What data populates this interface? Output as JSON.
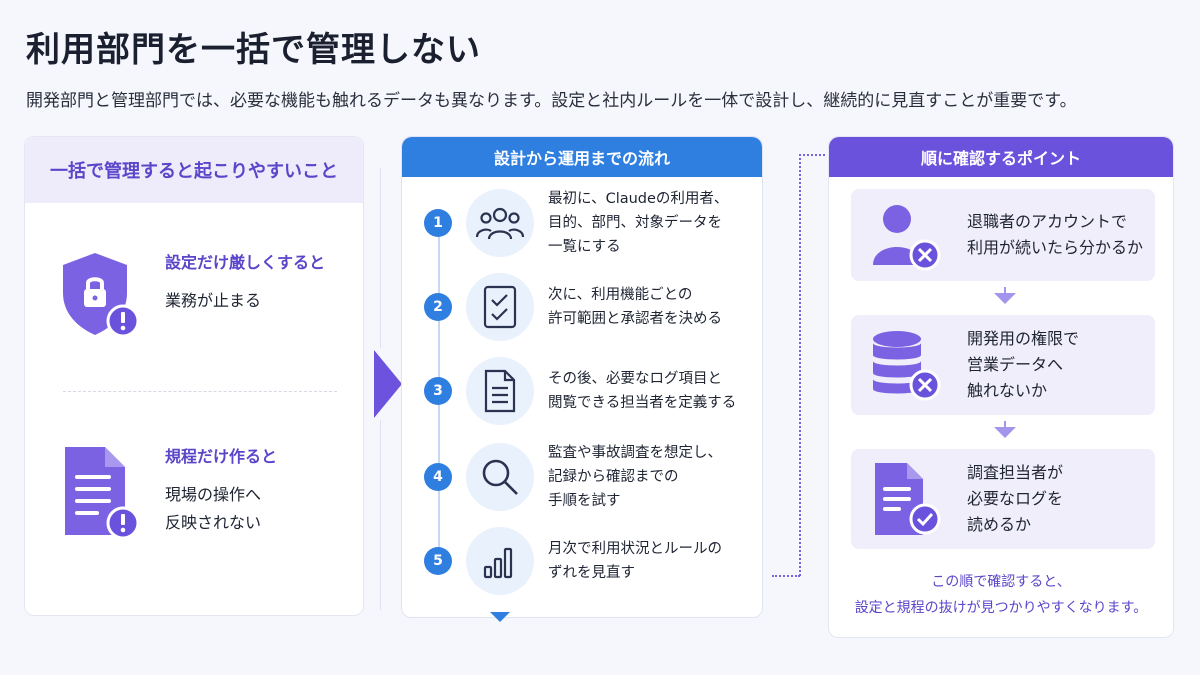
{
  "title": "利用部門を一括で管理しない",
  "subtitle": "開発部門と管理部門では、必要な機能も触れるデータも異なります。設定と社内ルールを一体で設計し、継続的に見直すことが重要です。",
  "left": {
    "header": "一括で管理すると起こりやすいこと",
    "cases": [
      {
        "icon": "shield-lock-warning-icon",
        "label": "設定だけ厳しくすると",
        "desc": "業務が止まる"
      },
      {
        "icon": "document-warning-icon",
        "label": "規程だけ作ると",
        "desc_lines": [
          "現場の操作へ",
          "反映されない"
        ]
      }
    ]
  },
  "middle": {
    "header": "設計から運用までの流れ",
    "steps": [
      {
        "num": "1",
        "icon": "users-icon",
        "lines": [
          "最初に、Claudeの利用者、",
          "目的、部門、対象データを",
          "一覧にする"
        ]
      },
      {
        "num": "2",
        "icon": "checklist-icon",
        "lines": [
          "次に、利用機能ごとの",
          "許可範囲と承認者を決める"
        ]
      },
      {
        "num": "3",
        "icon": "document-icon",
        "lines": [
          "その後、必要なログ項目と",
          "閲覧できる担当者を定義する"
        ]
      },
      {
        "num": "4",
        "icon": "search-icon",
        "lines": [
          "監査や事故調査を想定し、",
          "記録から確認までの",
          "手順を試す"
        ]
      },
      {
        "num": "5",
        "icon": "bar-chart-icon",
        "lines": [
          "月次で利用状況とルールの",
          "ずれを見直す"
        ]
      }
    ]
  },
  "right": {
    "header": "順に確認するポイント",
    "checks": [
      {
        "icon": "user-x-icon",
        "lines": [
          "退職者のアカウントで",
          "利用が続いたら分かるか"
        ]
      },
      {
        "icon": "database-x-icon",
        "lines": [
          "開発用の権限で",
          "営業データへ",
          "触れないか"
        ]
      },
      {
        "icon": "document-check-icon",
        "lines": [
          "調査担当者が",
          "必要なログを",
          "読めるか"
        ]
      }
    ],
    "note_lines": [
      "この順で確認すると、",
      "設定と規程の抜けが見つかりやすくなります。"
    ]
  },
  "colors": {
    "purple": "#6a52dc",
    "blue": "#2f7fe0",
    "light_purple": "#f0eefb",
    "light_blue": "#e8f1fc"
  }
}
